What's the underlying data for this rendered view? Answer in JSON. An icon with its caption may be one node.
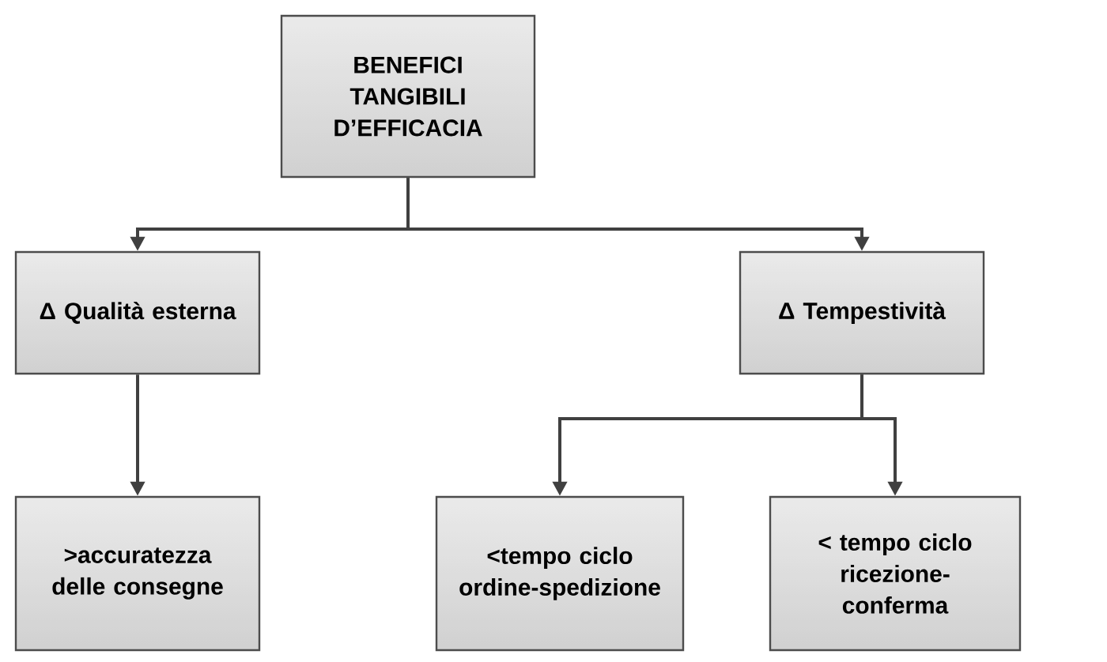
{
  "diagram": {
    "nodes": [
      {
        "text": [
          "BENEFICI TANGIBILI D’EFFICACIA"
        ]
      },
      {
        "text": [
          "Δ Qualità esterna"
        ]
      },
      {
        "text": [
          "Δ Tempestività"
        ]
      },
      {
        "text": [
          ">accuratezza delle consegne"
        ]
      },
      {
        "text": [
          "<tempo ciclo ordine-spedizione"
        ]
      },
      {
        "text": [
          "< tempo ciclo ricezione-conferma"
        ]
      }
    ],
    "edges": [
      {
        "from": 0,
        "to": 1,
        "arrow": "to"
      },
      {
        "from": 0,
        "to": 2,
        "arrow": "to"
      },
      {
        "from": 1,
        "to": 3,
        "arrow": "to"
      },
      {
        "from": 2,
        "to": 4,
        "arrow": "to"
      },
      {
        "from": 2,
        "to": 5,
        "arrow": "to"
      }
    ]
  }
}
